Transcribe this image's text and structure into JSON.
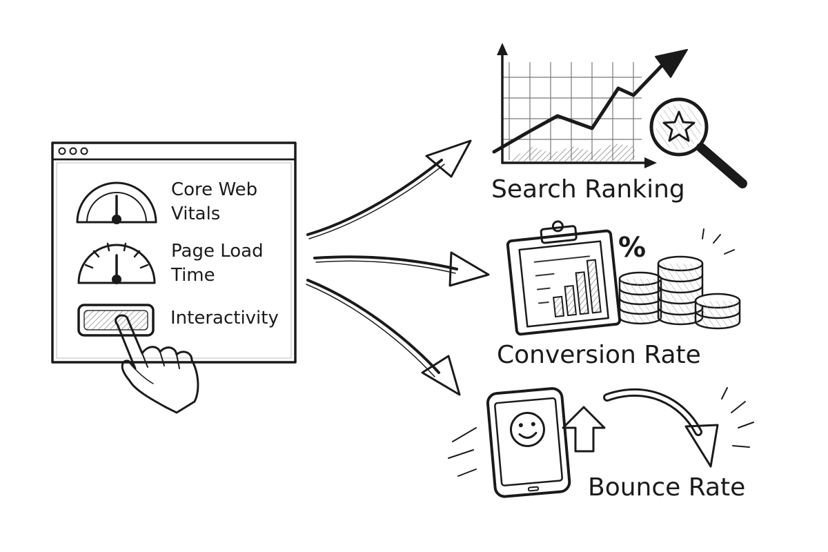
{
  "window": {
    "metrics": [
      {
        "label_line1": "Core Web",
        "label_line2": "Vitals",
        "icon": "speedometer-icon"
      },
      {
        "label_line1": "Page Load",
        "label_line2": "Time",
        "icon": "stopwatch-gauge-icon"
      },
      {
        "label_line1": "Interactivity",
        "label_line2": "",
        "icon": "button-press-icon"
      }
    ]
  },
  "outcomes": [
    {
      "label": "Search Ranking",
      "icon": "rising-chart-magnifier-icon"
    },
    {
      "label": "Conversion Rate",
      "icon": "clipboard-chart-coins-icon"
    },
    {
      "label": "Bounce Rate",
      "icon": "smiling-phone-icon"
    }
  ],
  "conversion": {
    "percent_symbol": "%"
  }
}
